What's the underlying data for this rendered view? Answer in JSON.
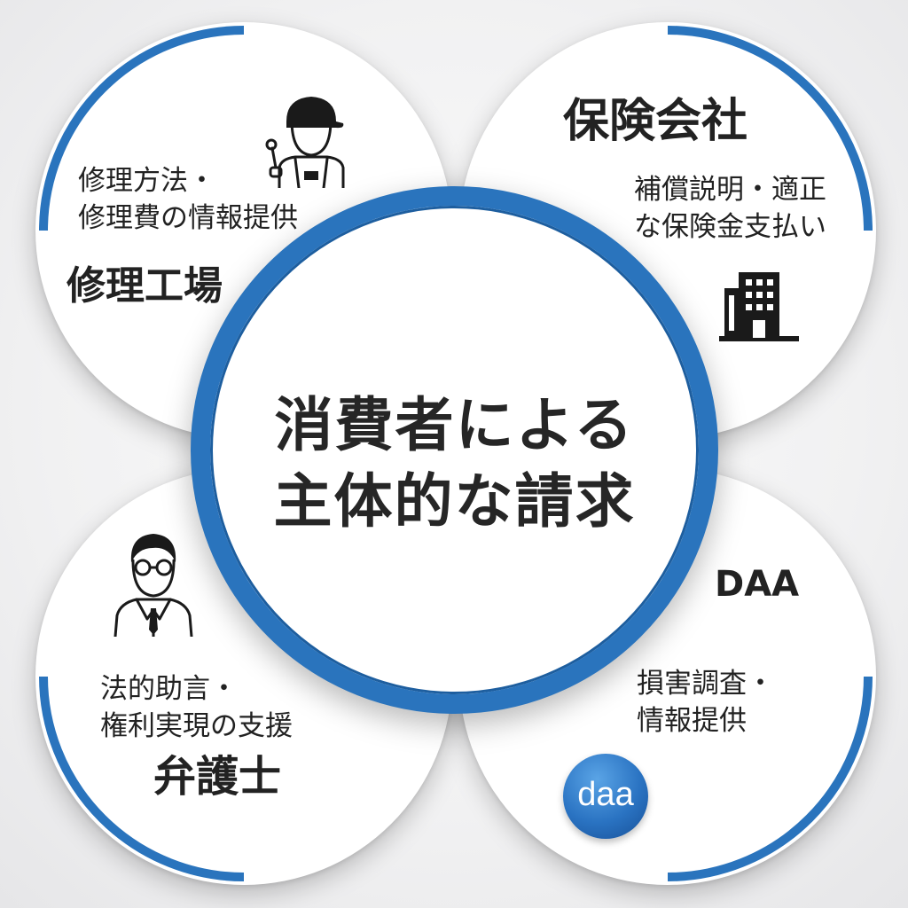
{
  "center": {
    "line1": "消費者による",
    "line2": "主体的な請求"
  },
  "top_left": {
    "title": "修理工場",
    "desc_line1": "修理方法・",
    "desc_line2": "修理費の情報提供",
    "icon": "mechanic-icon"
  },
  "top_right": {
    "title": "保険会社",
    "desc_line1": "補償説明・適正",
    "desc_line2": "な保険金支払い",
    "icon": "building-icon"
  },
  "bottom_left": {
    "title": "弁護士",
    "desc_line1": "法的助言・",
    "desc_line2": "権利実現の支援",
    "icon": "lawyer-icon"
  },
  "bottom_right": {
    "title": "DAA",
    "desc_line1": "損害調査・",
    "desc_line2": "情報提供",
    "logo_text": "daa",
    "icon": "daa-logo"
  },
  "colors": {
    "accent_blue": "#2a74bd",
    "text": "#222222",
    "background": "#f1f1f2"
  }
}
